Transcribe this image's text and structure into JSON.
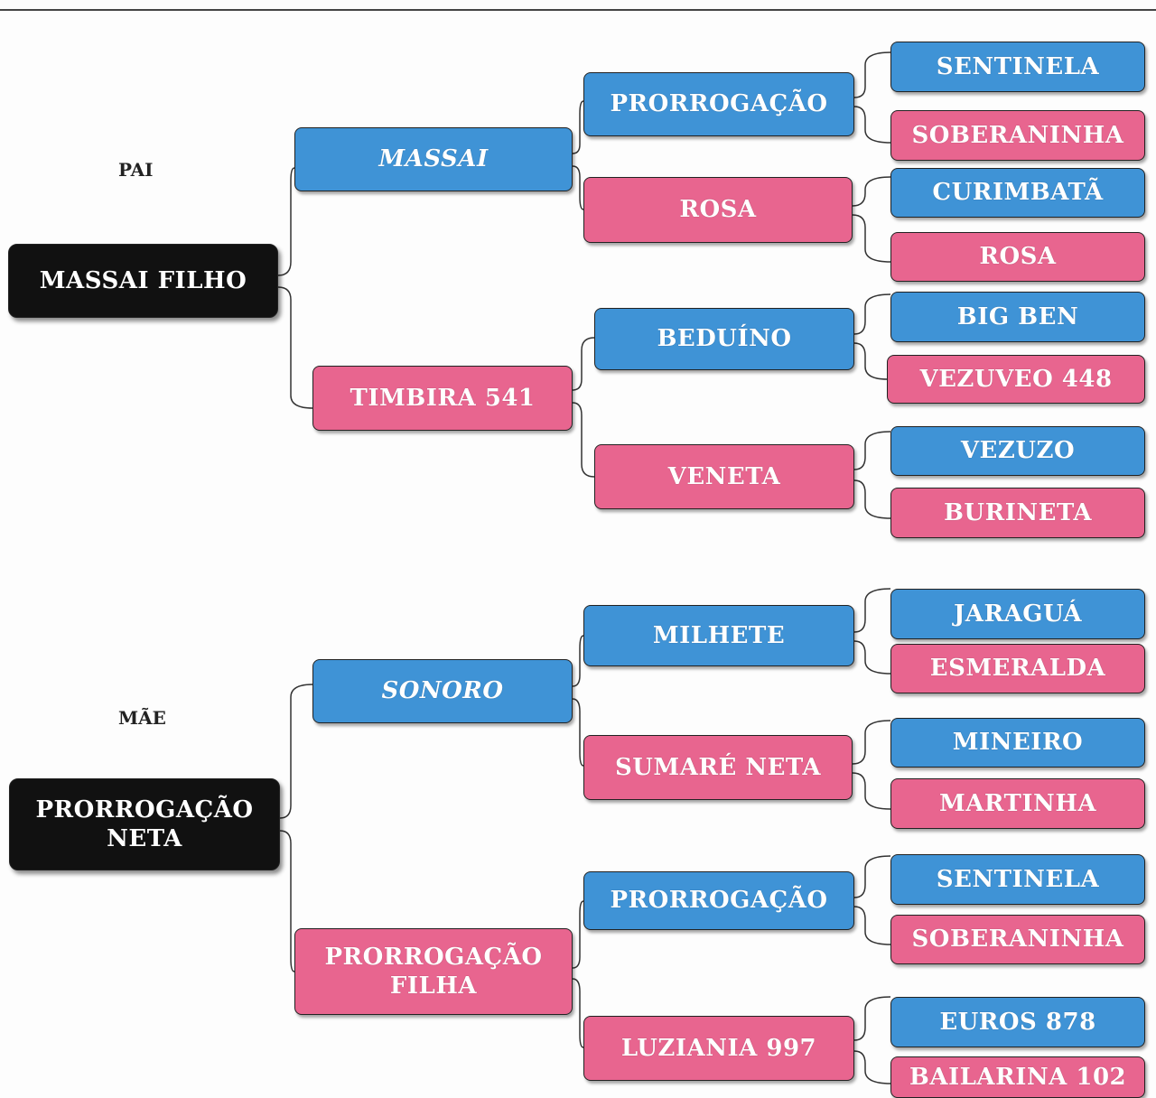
{
  "labels": {
    "pai": "PAI",
    "mae": "MÃE"
  },
  "sire": {
    "name": "MASSAI FILHO",
    "father": {
      "name": "MASSAI",
      "father": {
        "name": "PRORROGAÇÃO",
        "father": "SENTINELA",
        "mother": "SOBERANINHA"
      },
      "mother": {
        "name": "ROSA",
        "father": "CURIMBATÃ",
        "mother": "ROSA"
      }
    },
    "mother": {
      "name": "TIMBIRA 541",
      "father": {
        "name": "BEDUÍNO",
        "father": "BIG BEN",
        "mother": "VEZUVEO 448"
      },
      "mother": {
        "name": "VENETA",
        "father": "VEZUZO",
        "mother": "BURINETA"
      }
    }
  },
  "dam": {
    "name": "PRORROGAÇÃO NETA",
    "father": {
      "name": "SONORO",
      "father": {
        "name": "MILHETE",
        "father": "JARAGUÁ",
        "mother": "ESMERALDA"
      },
      "mother": {
        "name": "SUMARÉ NETA",
        "father": "MINEIRO",
        "mother": "MARTINHA"
      }
    },
    "mother": {
      "name": "PRORROGAÇÃO FILHA",
      "father": {
        "name": "PRORROGAÇÃO",
        "father": "SENTINELA",
        "mother": "SOBERANINHA"
      },
      "mother": {
        "name": "LUZIANIA 997",
        "father": "EUROS 878",
        "mother": "BAILARINA 102"
      }
    }
  },
  "colors": {
    "male": "#3f93d6",
    "female": "#e8658f",
    "subject": "#111111"
  }
}
